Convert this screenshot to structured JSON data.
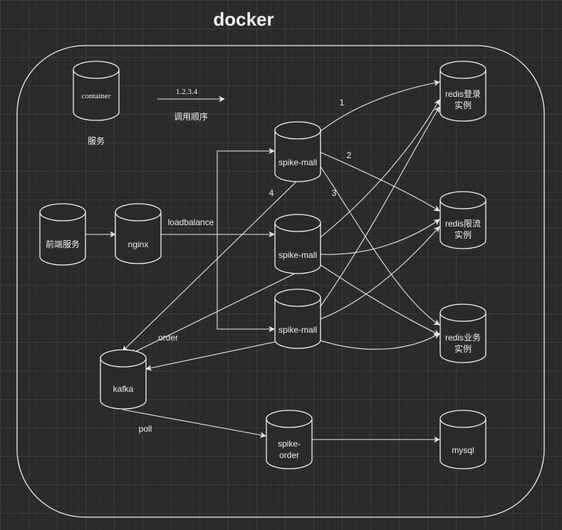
{
  "title": "docker",
  "legend": {
    "container_label": "container",
    "service_label": "服务",
    "arrow_label": "1.2.3.4",
    "arrow_caption": "调用顺序"
  },
  "nodes": {
    "frontend": "前端服务",
    "nginx": "nginx",
    "spike_mall_1": "spike-mall",
    "spike_mall_2": "spike-mall",
    "spike_mall_3": "spike-mall",
    "redis_login": [
      "redis登录",
      "实例"
    ],
    "redis_limit": [
      "redis限流",
      "实例"
    ],
    "redis_business": [
      "redis业务",
      "实例"
    ],
    "kafka": "kafka",
    "spike_order": [
      "spike-",
      "order"
    ],
    "mysql": "mysql"
  },
  "edge_labels": {
    "loadbalance": "loadbalance",
    "step1": "1",
    "step2": "2",
    "step3": "3",
    "step4": "4",
    "order": "order",
    "poll": "poll"
  },
  "colors": {
    "background": "#2a2a2a",
    "stroke": "#f0f0f0",
    "text": "#f0f0f0"
  }
}
